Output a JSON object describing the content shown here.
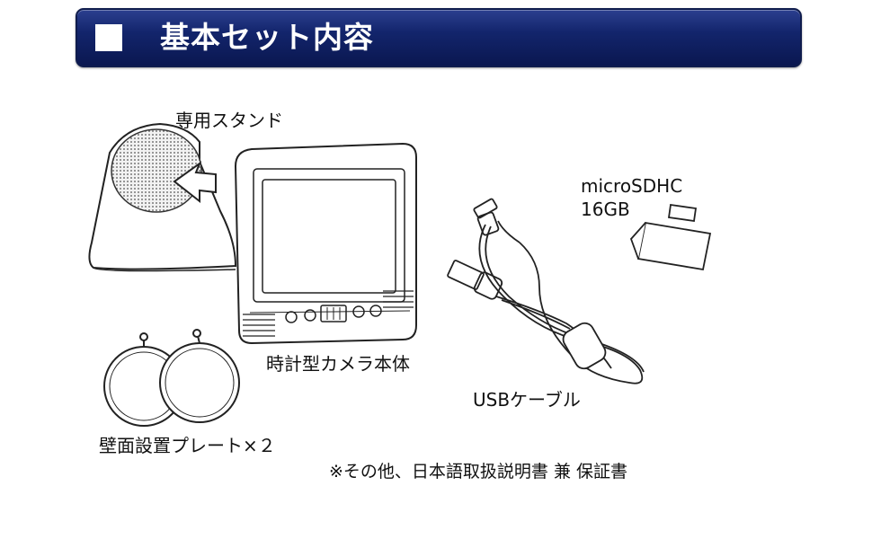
{
  "header": {
    "title": "基本セット内容"
  },
  "items": {
    "stand": "専用スタンド",
    "camera": "時計型カメラ本体",
    "usb_cable": "USBケーブル",
    "microsd_line1": "microSDHC",
    "microsd_line2": "16GB",
    "wall_plate": "壁面設置プレート×２"
  },
  "note": "※その他、日本語取扱説明書 兼 保証書"
}
